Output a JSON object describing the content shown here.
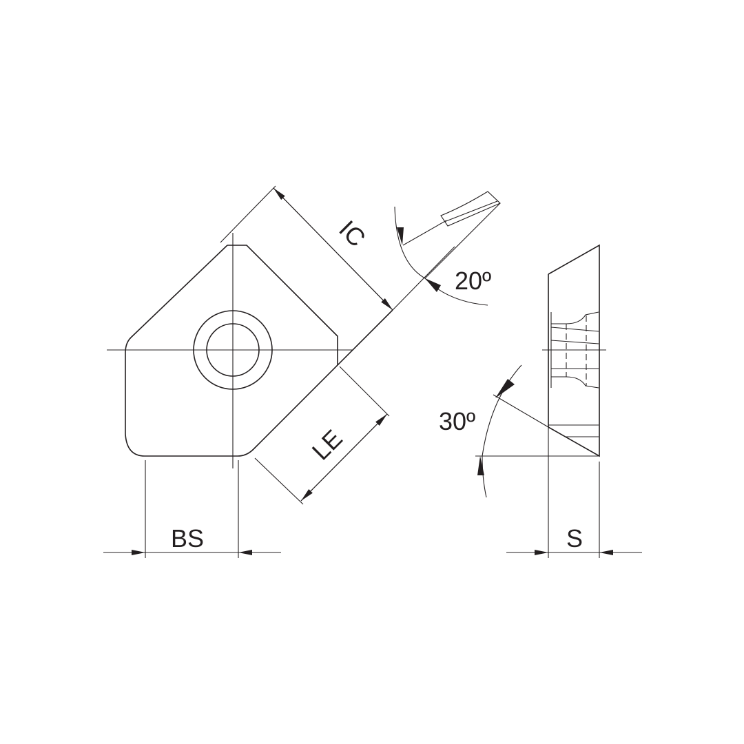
{
  "drawing": {
    "labels": {
      "ic": "IC",
      "le": "LE",
      "bs": "BS",
      "s": "S",
      "angle_clearance": "20º",
      "angle_side": "30º"
    },
    "line_color": "#231f20"
  }
}
